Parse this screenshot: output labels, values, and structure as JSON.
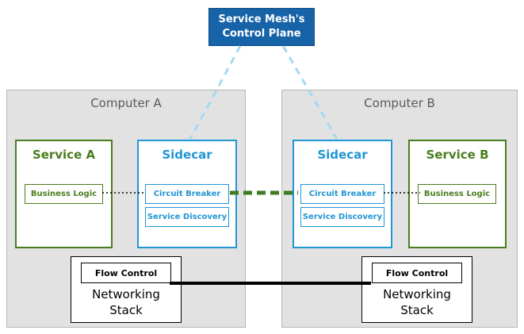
{
  "control_plane": {
    "line1": "Service Mesh's",
    "line2": "Control Plane"
  },
  "computers": {
    "a": {
      "label": "Computer A",
      "service_title": "Service A",
      "business_logic": "Business Logic",
      "sidecar_title": "Sidecar",
      "circuit_breaker": "Circuit Breaker",
      "service_discovery": "Service Discovery",
      "networking_title": "Networking Stack",
      "flow_control": "Flow Control"
    },
    "b": {
      "label": "Computer B",
      "service_title": "Service B",
      "business_logic": "Business Logic",
      "sidecar_title": "Sidecar",
      "circuit_breaker": "Circuit Breaker",
      "service_discovery": "Service Discovery",
      "networking_title": "Networking Stack",
      "flow_control": "Flow Control"
    }
  },
  "colors": {
    "control_plane_bg": "#1763a8",
    "green_accent": "#4a7d1f",
    "blue_accent": "#2196d3",
    "computer_bg": "#e2e2e2",
    "link_light_blue": "#a6d8f2",
    "link_green": "#3c7d21",
    "link_black": "#000000"
  }
}
